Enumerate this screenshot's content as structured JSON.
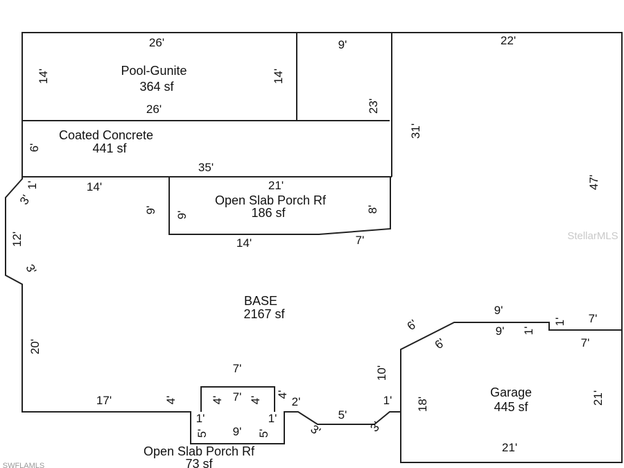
{
  "colors": {
    "lines": "#222222",
    "text": "#111111",
    "background": "#ffffff"
  },
  "rooms": {
    "pool": {
      "name": "Pool-Gunite",
      "area": "364 sf"
    },
    "coated": {
      "name": "Coated Concrete",
      "area": "441 sf"
    },
    "porch_upper": {
      "name": "Open Slab Porch Rf",
      "area": "186 sf"
    },
    "base": {
      "name": "BASE",
      "area": "2167 sf"
    },
    "garage": {
      "name": "Garage",
      "area": "445 sf"
    },
    "porch_lower": {
      "name": "Open Slab Porch Rf",
      "area": "73 sf"
    }
  },
  "dims": {
    "pool_top": "26'",
    "pool_bottom": "26'",
    "pool_left": "14'",
    "pool_right": "14'",
    "top_9": "9'",
    "top_22": "22'",
    "right_23": "23'",
    "mid_31": "31'",
    "right_47": "47'",
    "coated_6": "6'",
    "coated_35": "35'",
    "left_1": "1'",
    "left_14": "14'",
    "left_3a": "3'",
    "left_12": "12'",
    "left_3b": "3'",
    "left_20": "20'",
    "porch_21": "21'",
    "porch_9a": "9'",
    "porch_9b": "9'",
    "porch_8": "8'",
    "porch_14": "14'",
    "porch_7": "7'",
    "g_9a": "9'",
    "g_9b": "9'",
    "g_1": "1'",
    "g_1b": "1'",
    "g_7a": "7'",
    "g_7b": "7'",
    "g_6a": "6'",
    "g_6b": "6'",
    "g_10": "10'",
    "g_18": "18'",
    "g_21right": "21'",
    "g_21bottom": "21'",
    "b_17": "17'",
    "b_4a": "4'",
    "b_4b": "4'",
    "b_7top": "7'",
    "b_4c": "4'",
    "b_4d": "4'",
    "b_7center": "7'",
    "b_2": "2'",
    "b_1": "1'",
    "b_5": "5'",
    "b_3a": "3'",
    "b_3b": "3'",
    "lp_1a": "1'",
    "lp_1b": "1'",
    "lp_9": "9'",
    "lp_5a": "5'",
    "lp_5b": "5'"
  },
  "watermarks": {
    "stellar": "StellarMLS",
    "swfl": "SWFLAMLS"
  }
}
